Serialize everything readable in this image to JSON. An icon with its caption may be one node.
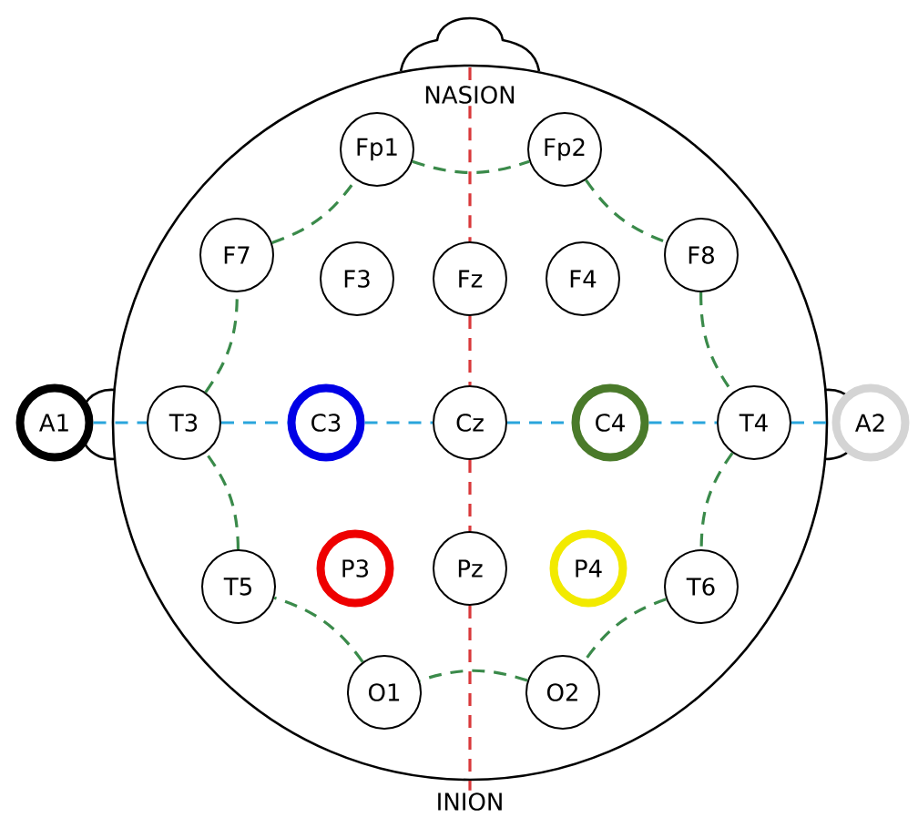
{
  "diagram": {
    "nodes": [
      {
        "text": [
          "Fp1"
        ]
      },
      {
        "text": [
          "Fp2"
        ]
      },
      {
        "text": [
          "F7"
        ]
      },
      {
        "text": [
          "F3"
        ]
      },
      {
        "text": [
          "Fz"
        ]
      },
      {
        "text": [
          "F4"
        ]
      },
      {
        "text": [
          "F8"
        ]
      },
      {
        "text": [
          "A1"
        ]
      },
      {
        "text": [
          "T3"
        ]
      },
      {
        "text": [
          "C3"
        ]
      },
      {
        "text": [
          "Cz"
        ]
      },
      {
        "text": [
          "C4"
        ]
      },
      {
        "text": [
          "T4"
        ]
      },
      {
        "text": [
          "A2"
        ]
      },
      {
        "text": [
          "T5"
        ]
      },
      {
        "text": [
          "P3"
        ]
      },
      {
        "text": [
          "Pz"
        ]
      },
      {
        "text": [
          "P4"
        ]
      },
      {
        "text": [
          "T6"
        ]
      },
      {
        "text": [
          "O1"
        ]
      },
      {
        "text": [
          "O2"
        ]
      },
      {
        "text": [
          "NASION"
        ]
      },
      {
        "text": [
          "INION"
        ]
      }
    ],
    "edges": [
      {
        "from": 21,
        "to": 4,
        "arrow": "none",
        "style": "dashed",
        "color": "#d9383a"
      },
      {
        "from": 4,
        "to": 10,
        "arrow": "none",
        "style": "dashed",
        "color": "#d9383a"
      },
      {
        "from": 10,
        "to": 16,
        "arrow": "none",
        "style": "dashed",
        "color": "#d9383a"
      },
      {
        "from": 16,
        "to": 22,
        "arrow": "none",
        "style": "dashed",
        "color": "#d9383a"
      },
      {
        "from": 7,
        "to": 8,
        "arrow": "none",
        "style": "dashed",
        "color": "#2aa5dc"
      },
      {
        "from": 8,
        "to": 9,
        "arrow": "none",
        "style": "dashed",
        "color": "#2aa5dc"
      },
      {
        "from": 9,
        "to": 10,
        "arrow": "none",
        "style": "dashed",
        "color": "#2aa5dc"
      },
      {
        "from": 10,
        "to": 11,
        "arrow": "none",
        "style": "dashed",
        "color": "#2aa5dc"
      },
      {
        "from": 11,
        "to": 12,
        "arrow": "none",
        "style": "dashed",
        "color": "#2aa5dc"
      },
      {
        "from": 12,
        "to": 13,
        "arrow": "none",
        "style": "dashed",
        "color": "#2aa5dc"
      },
      {
        "from": 0,
        "to": 1,
        "arrow": "none",
        "style": "dashed",
        "color": "#3a8a4a"
      },
      {
        "from": 1,
        "to": 6,
        "arrow": "none",
        "style": "dashed",
        "color": "#3a8a4a"
      },
      {
        "from": 6,
        "to": 12,
        "arrow": "none",
        "style": "dashed",
        "color": "#3a8a4a"
      },
      {
        "from": 12,
        "to": 18,
        "arrow": "none",
        "style": "dashed",
        "color": "#3a8a4a"
      },
      {
        "from": 18,
        "to": 20,
        "arrow": "none",
        "style": "dashed",
        "color": "#3a8a4a"
      },
      {
        "from": 20,
        "to": 19,
        "arrow": "none",
        "style": "dashed",
        "color": "#3a8a4a"
      },
      {
        "from": 19,
        "to": 14,
        "arrow": "none",
        "style": "dashed",
        "color": "#3a8a4a"
      },
      {
        "from": 14,
        "to": 8,
        "arrow": "none",
        "style": "dashed",
        "color": "#3a8a4a"
      },
      {
        "from": 8,
        "to": 2,
        "arrow": "none",
        "style": "dashed",
        "color": "#3a8a4a"
      },
      {
        "from": 2,
        "to": 0,
        "arrow": "none",
        "style": "dashed",
        "color": "#3a8a4a"
      }
    ]
  }
}
